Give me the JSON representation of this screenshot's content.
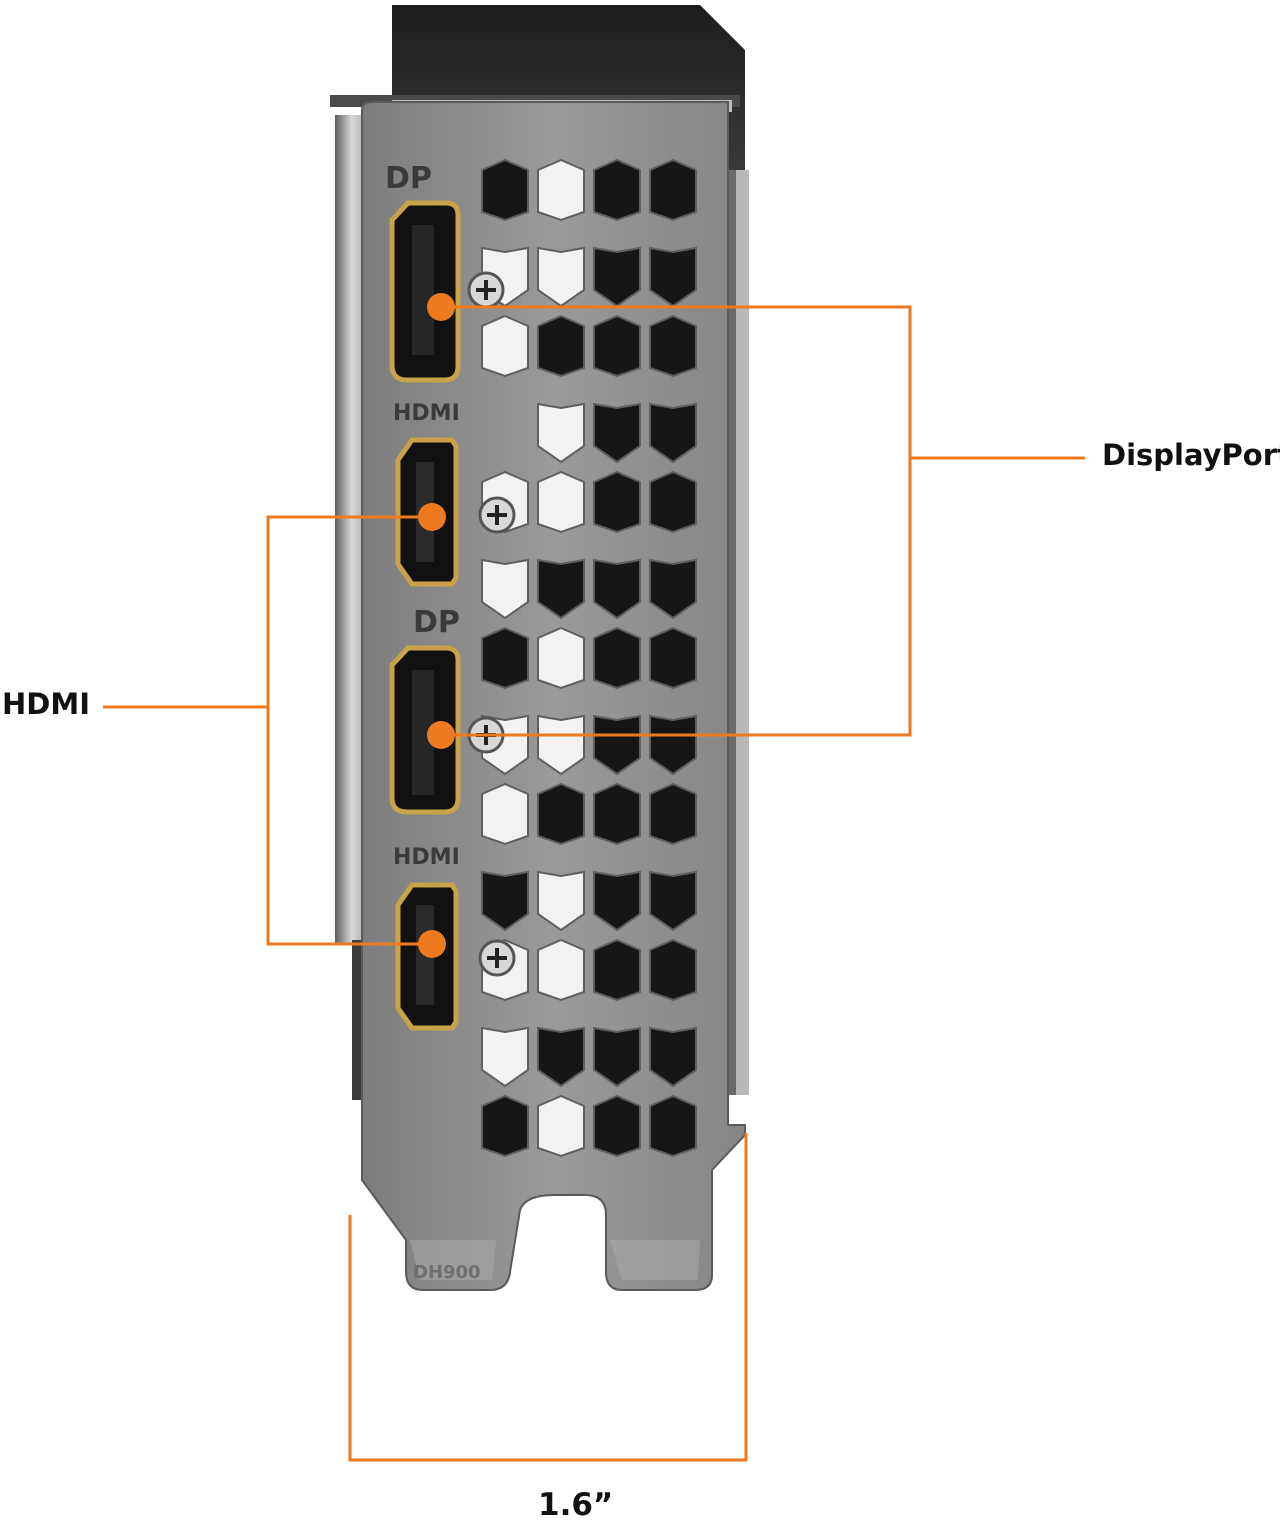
{
  "bracket_markings": {
    "ports": [
      {
        "type": "DisplayPort",
        "marking": "DP"
      },
      {
        "type": "HDMI",
        "marking": "HDMI"
      },
      {
        "type": "DisplayPort",
        "marking": "DP"
      },
      {
        "type": "HDMI",
        "marking": "HDMI"
      }
    ],
    "model_stamp": "DH900"
  },
  "callouts": {
    "displayport": "DisplayPort",
    "hdmi": "HDMI",
    "width": "1.6”"
  },
  "colors": {
    "accent": "#EE7A1F",
    "bracket": "#8c8c8c",
    "port_gold": "#c9a347",
    "label_text": "#111111"
  }
}
